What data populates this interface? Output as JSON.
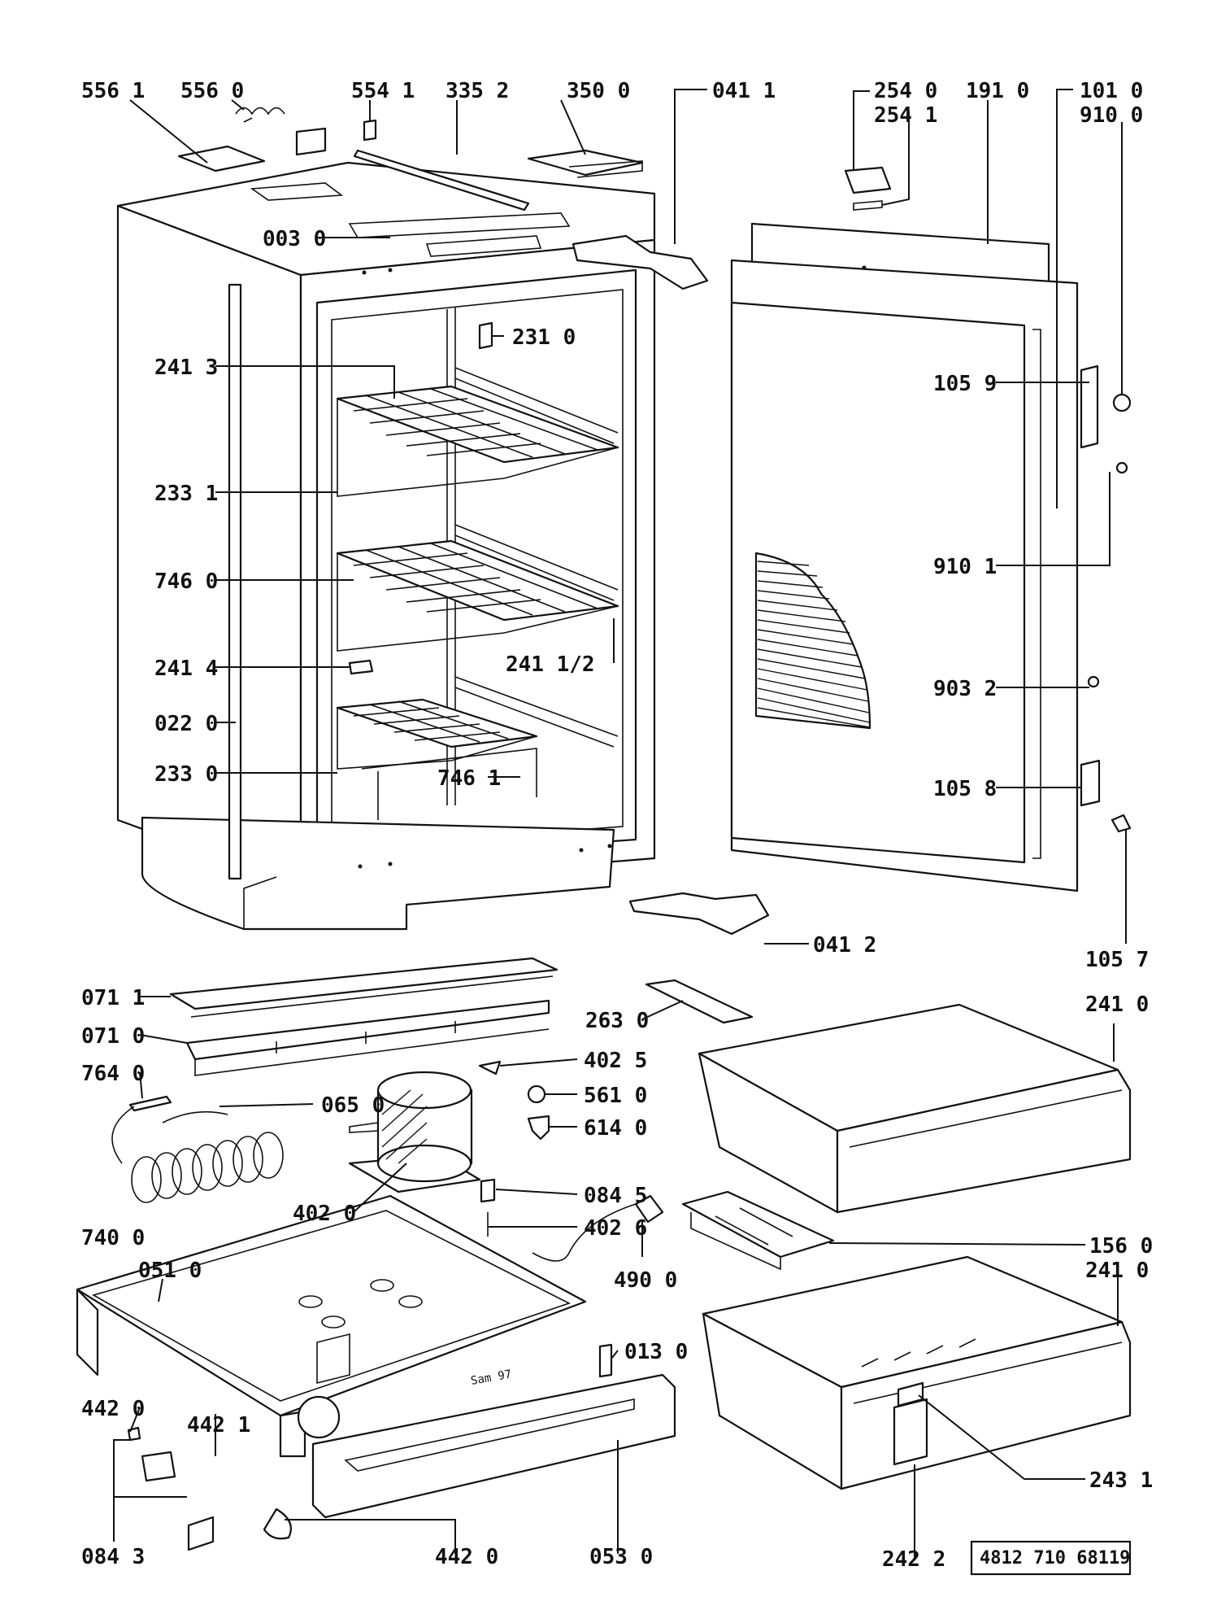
{
  "labels": {
    "l5561": "556 1",
    "l5560": "556 0",
    "l5541": "554 1",
    "l3352": "335 2",
    "l3500": "350 0",
    "l0411": "041 1",
    "l2540": "254 0",
    "l2541": "254 1",
    "l1910": "191 0",
    "l1010": "101 0",
    "l9100": "910 0",
    "l0030": "003 0",
    "l2310": "231 0",
    "l2413": "241 3",
    "l1059": "105 9",
    "l2331": "233 1",
    "l7460": "746 0",
    "l9101": "910 1",
    "l2414": "241 4",
    "l24112": "241 1/2",
    "l0220": "022 0",
    "l9032": "903 2",
    "l2330": "233 0",
    "l7461": "746 1",
    "l1058": "105 8",
    "l0412": "041 2",
    "l1057": "105 7",
    "l0711": "071 1",
    "l2630": "263 0",
    "l2410a": "241 0",
    "l0710": "071 0",
    "l4025": "402 5",
    "l7640": "764 0",
    "l5610": "561 0",
    "l0650": "065 0",
    "l6140": "614 0",
    "l0845": "084 5",
    "l4020": "402 0",
    "l4026": "402 6",
    "l7400": "740 0",
    "l1560": "156 0",
    "l0510": "051 0",
    "l4900": "490 0",
    "l2410b": "241 0",
    "l0130": "013 0",
    "l4420a": "442 0",
    "l4421": "442 1",
    "l2431": "243 1",
    "l0843": "084 3",
    "l4420b": "442 0",
    "l0530": "053 0",
    "l2422": "242 2"
  },
  "stamp": "Sam 97",
  "part_code": "4812 710 68119"
}
